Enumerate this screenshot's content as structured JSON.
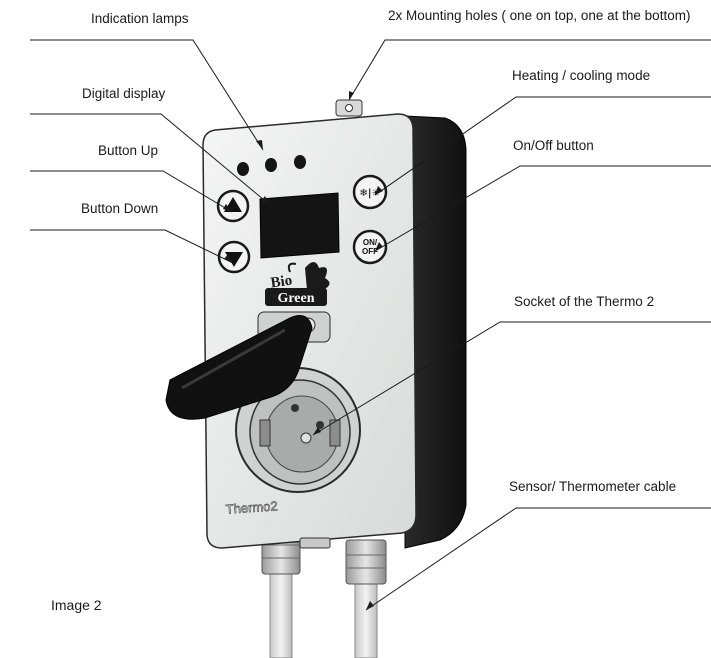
{
  "callouts": {
    "indication_lamps": "Indication lamps",
    "mounting_holes": "2x Mounting holes ( one on top, one at the bottom)",
    "digital_display": "Digital display",
    "heating_cooling_mode": "Heating / cooling mode",
    "button_up": "Button Up",
    "on_off_button": "On/Off button",
    "button_down": "Button Down",
    "socket": "Socket of the Thermo 2",
    "sensor_cable": "Sensor/ Thermometer cable"
  },
  "caption": "Image 2",
  "device": {
    "brand_line1": "Bio",
    "brand_line2": "Green",
    "model": "Thermo2",
    "on_off_line1": "ON/",
    "on_off_line2": "OFF",
    "mode_symbol": "❄|☀"
  },
  "colors": {
    "line": "#1a1a1a",
    "panel": "#e8e9e8",
    "body_dark": "#1c1c1c",
    "display": "#141414",
    "flap": "#111111"
  }
}
